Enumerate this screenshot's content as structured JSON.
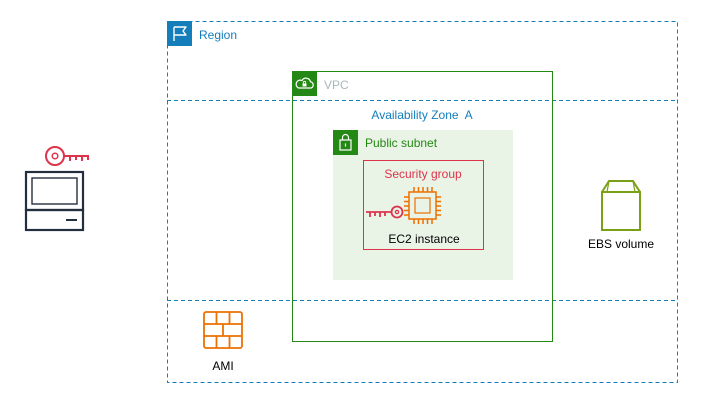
{
  "region": {
    "label": "Region",
    "icon": "flag-icon",
    "color": "#147eba"
  },
  "vpc": {
    "label": "VPC",
    "icon": "cloud-lock-icon",
    "color": "#248814",
    "label_color": "#aab7b8"
  },
  "availability_zone": {
    "label": "Availability Zone  A",
    "color": "#147eba"
  },
  "public_subnet": {
    "label": "Public subnet",
    "icon": "padlock-icon",
    "color": "#248814",
    "fill": "#e9f3e6"
  },
  "security_group": {
    "label": "Security group",
    "color": "#dd344c"
  },
  "ec2_instance": {
    "label": "EC2 instance",
    "icon": "chip-icon",
    "color": "#ed7100"
  },
  "ebs_volume": {
    "label": "EBS volume",
    "icon": "volume-box-icon",
    "color": "#7aa116"
  },
  "ami": {
    "label": "AMI",
    "icon": "ami-grid-icon",
    "color": "#ed7100"
  },
  "client": {
    "icon": "computer-icon",
    "key_icon": "key-icon",
    "key_color": "#dd344c"
  }
}
